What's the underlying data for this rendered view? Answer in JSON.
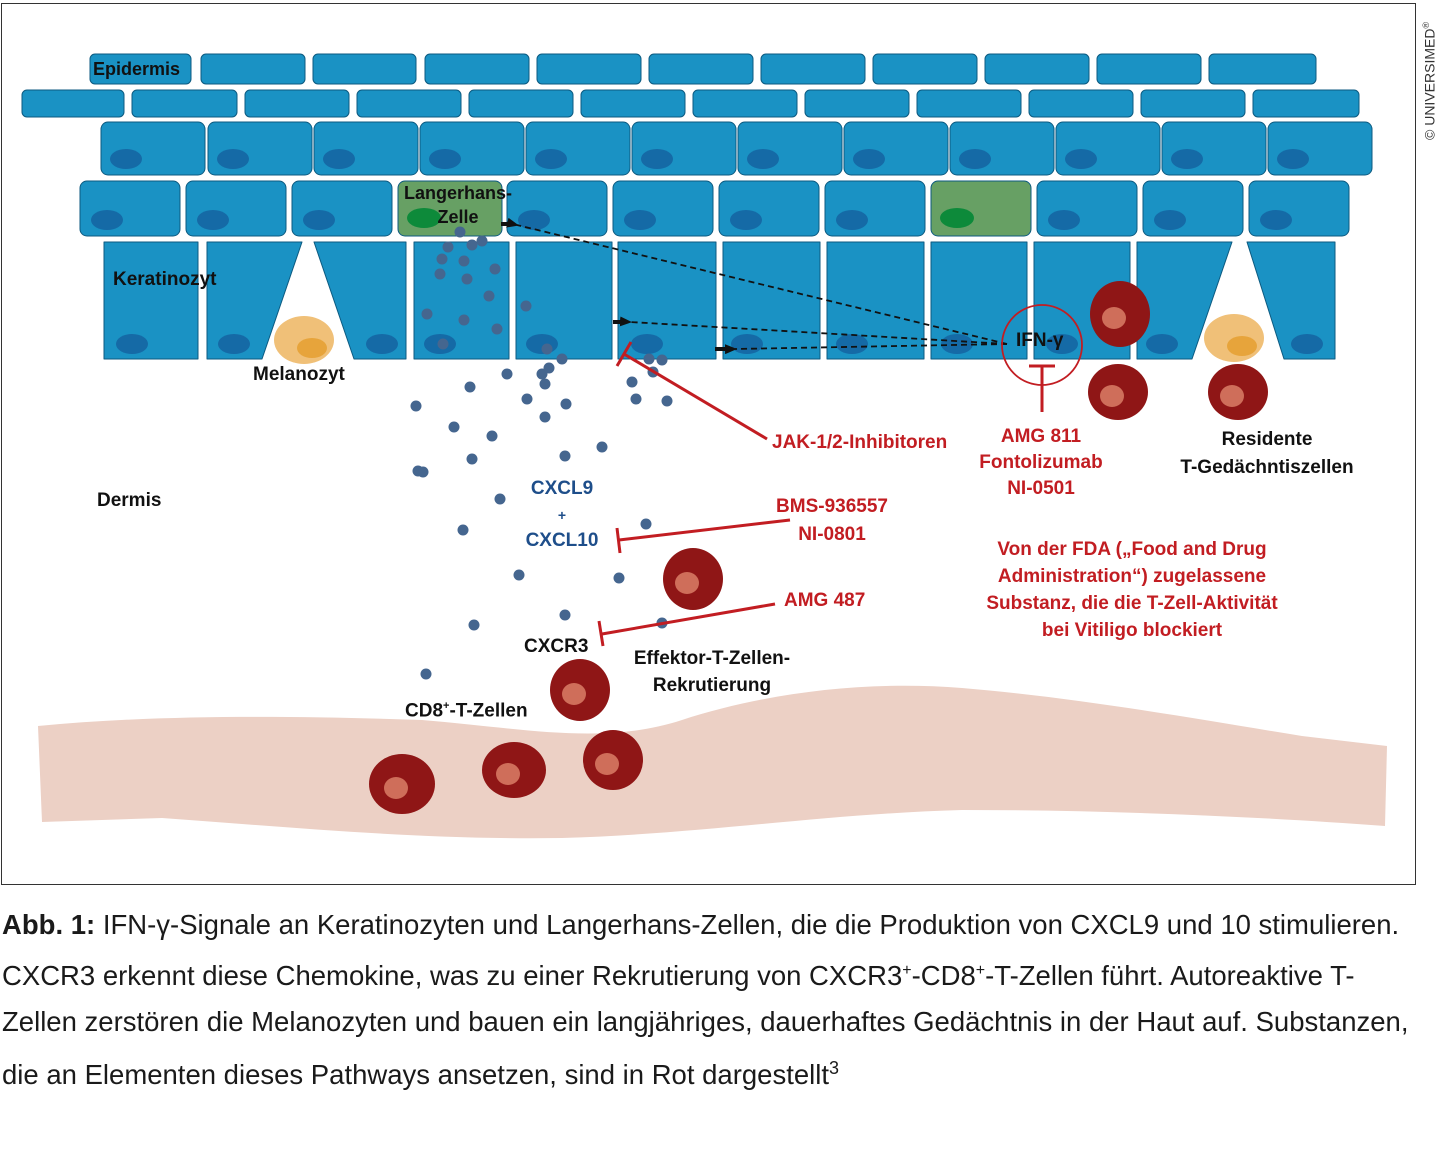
{
  "labels": {
    "epidermis": "Epidermis",
    "langerhans": "Langerhans-",
    "langerhans2": "Zelle",
    "keratinozyt": "Keratinozyt",
    "melanozyt": "Melanozyt",
    "dermis": "Dermis",
    "ifn": "IFN-γ",
    "jak": "JAK-1/2-Inhibitoren",
    "amg811": "AMG 811",
    "fontolizumab": "Fontolizumab",
    "ni0501": "NI-0501",
    "resident1": "Residente",
    "resident2": "T-Gedächntiszellen",
    "cxcl9": "CXCL9",
    "plus": "+",
    "cxcl10": "CXCL10",
    "bms": "BMS-936557",
    "ni0801": "NI-0801",
    "amg487": "AMG 487",
    "cxcr3": "CXCR3",
    "effektor1": "Effektor-T-Zellen-",
    "effektor2": "Rekrutierung",
    "cd8_pre": "CD8",
    "cd8_sup": "+",
    "cd8_post": "-T-Zellen",
    "fda1": "Von der FDA („Food and Drug",
    "fda2": "Administration“) zugelassene",
    "fda3": "Substanz, die die T-Zell-Aktivität",
    "fda4": "bei Vitiligo blockiert"
  },
  "copyright": "© UNIVERSIMED",
  "copyright_reg": "®",
  "caption": {
    "prefix": "Abb. 1:",
    "part1": " IFN-γ-Signale an Keratinozyten und Langerhans-Zellen, die die Produktion von CXCL9 und 10 stimulieren. CXCR3 erkennt diese Chemokine, was zu einer Rekrutierung von CXCR3",
    "sup1": "+",
    "part2": "-CD8",
    "sup2": "+",
    "part3": "-T-Zellen führt. Autoreaktive T-Zellen zerstören die Melanozyten und bauen ein langjähriges, dauerhaftes Gedächtnis in der Haut auf. Substanzen, die an Elementen dieses Pathways ansetzen, sind in Rot dargestellt",
    "sup3": "3"
  },
  "colors": {
    "cell": "#1a92c4",
    "cell_stroke": "#0c5a80",
    "nucleus": "#156aa6",
    "langerhans": "#67a064",
    "langerhans_nucleus": "#0d8a3a",
    "melanocyte": "#f0c078",
    "melanocyte_core": "#e7a43b",
    "tcell": "#8f1616",
    "tcell_core": "#cf6e5a",
    "vessel": "#ecd0c5",
    "dot": "#45668f",
    "inhibitor": "#c21d22"
  }
}
